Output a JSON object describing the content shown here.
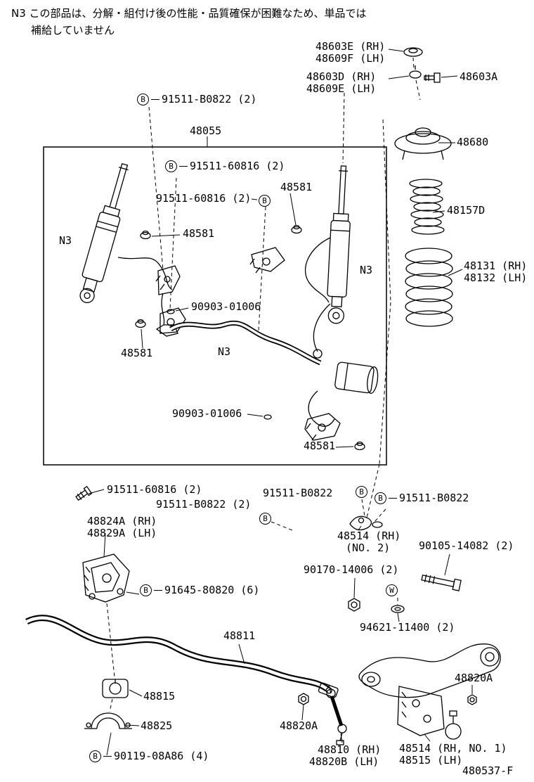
{
  "note": {
    "line1": "N3 この部品は、分解・組付け後の性能・品質確保が困難なため、単品では",
    "line2": "補給していません"
  },
  "markers": {
    "b": "B",
    "w": "W"
  },
  "labels": {
    "grommet_rh": "48603E (RH)",
    "grommet_lh": "48609F (LH)",
    "cushion_rh": "48603D (RH)",
    "cushion_lh": "48609E (LH)",
    "bolt_48603a": "48603A",
    "b0822_top": "91511-B0822 (2)",
    "assembly_48055": "48055",
    "n60816_a": "91511-60816 (2)",
    "n60816_b": "91511-60816 (2)",
    "n48581_top": "48581",
    "support_48680": "48680",
    "boot_48157d": "48157D",
    "spring_rh": "48131 (RH)",
    "spring_lh": "48132 (LH)",
    "n3_left": "N3",
    "n48581_left": "48581",
    "grommet_90903_a": "90903-01006",
    "n48581_lowleft": "48581",
    "n3_mid": "N3",
    "n3_right": "N3",
    "grommet_90903_b": "90903-01006",
    "n48581_bottom": "48581",
    "n60816_c": "91511-60816 (2)",
    "b0822_mid": "91511-B0822 (2)",
    "b0822_right": "91511-B0822",
    "b0822_far": "91511-B0822",
    "bracket_rh": "48824A (RH)",
    "bracket_lh": "48829A (LH)",
    "clamp_48514_no2": "48514 (RH)",
    "clamp_no2": "(NO. 2)",
    "bolt_90105": "90105-14082 (2)",
    "nut_90170": "90170-14006 (2)",
    "bolt_91645": "91645-80820 (6)",
    "washer_94621": "94621-11400 (2)",
    "bar_48811": "48811",
    "bush_48815": "48815",
    "bracket_48825": "48825",
    "nut_48820a_r": "48820A",
    "nut_48820a_b": "48820A",
    "bolt_90119": "90119-08A86 (4)",
    "link_rh": "48810 (RH)",
    "link_lh": "48820B (LH)",
    "arm_no1_rh": "48514 (RH, NO. 1)",
    "arm_no1_lh": "48515 (LH)"
  },
  "footer": {
    "drawing_number": "480537-F"
  }
}
